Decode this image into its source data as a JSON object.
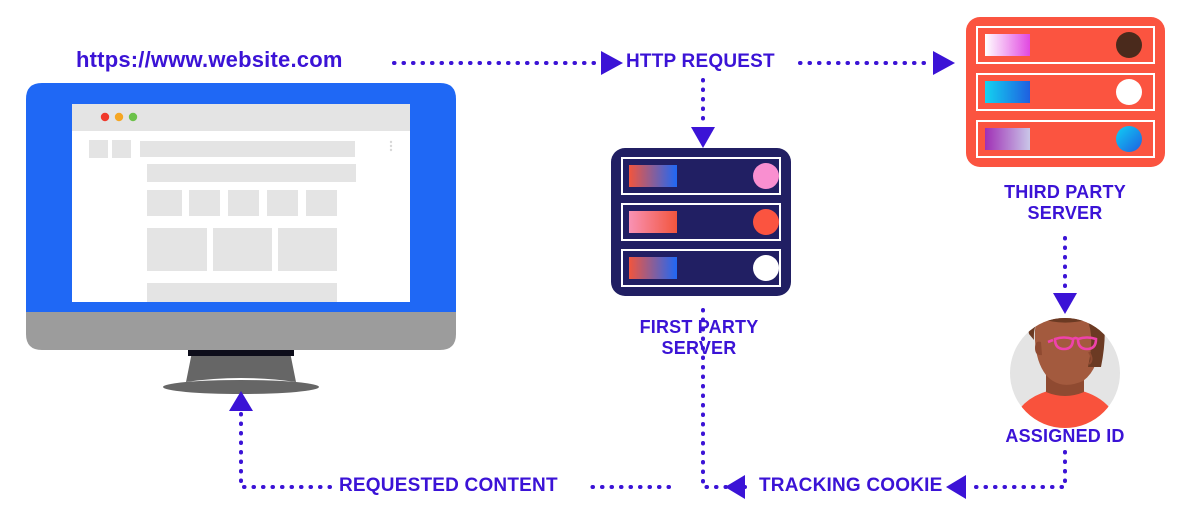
{
  "diagram": {
    "title": "Third party cookie tracking flow",
    "colors": {
      "accent_violet": "#3b13d6",
      "monitor_blue": "#1f68f5",
      "monitor_gray": "#9c9c9c",
      "stand_dark": "#666666",
      "server_first_navy": "#211f63",
      "server_third_red": "#fb5440",
      "screen_placeholder": "#e4e4e4",
      "screen_chrome": "#e4e4e4",
      "avatar_bg": "#e4e4e4",
      "skin": "#a35a3e",
      "hair": "#6b3a23",
      "shirt": "#f9523c",
      "glasses": "#ef42ab"
    },
    "labels": {
      "url": "https://www.website.com",
      "http_request": "HTTP REQUEST",
      "first_party_server": "FIRST PARTY\nSERVER",
      "first_party_server_line1": "FIRST PARTY",
      "first_party_server_line2": "SERVER",
      "third_party_server_line1": "THIRD PARTY",
      "third_party_server_line2": "SERVER",
      "assigned_id": "ASSIGNED ID",
      "requested_content": "REQUESTED CONTENT",
      "tracking_cookie": "TRACKING COOKIE"
    },
    "nodes": [
      {
        "id": "browser-monitor",
        "name": "desktop-monitor",
        "type": "illustration",
        "label": "https://www.website.com",
        "traffic_lights": [
          "#f0392b",
          "#f5a623",
          "#6cc24a"
        ]
      },
      {
        "id": "first-party-server",
        "name": "first-party-server",
        "type": "server",
        "label": "FIRST PARTY SERVER",
        "body_color": "#211f63",
        "bays": [
          {
            "gradient_from": "#f2553d",
            "gradient_to": "#1f68f5",
            "light": "#f98fd0"
          },
          {
            "gradient_from": "#f98fb8",
            "gradient_to": "#f2553d",
            "light": "#fb5440"
          },
          {
            "gradient_from": "#f2553d",
            "gradient_to": "#1f68f5",
            "light": "#ffffff"
          }
        ]
      },
      {
        "id": "third-party-server",
        "name": "third-party-server",
        "type": "server",
        "label": "THIRD PARTY SERVER",
        "body_color": "#fb5440",
        "bays": [
          {
            "gradient_from": "#ffffff",
            "gradient_to": "#e148e1",
            "light": "#4a2a1c"
          },
          {
            "gradient_from": "#13d3f0",
            "gradient_to": "#1f5fe0",
            "light": "#ffffff"
          },
          {
            "gradient_from": "#a02fb5",
            "gradient_to": "#c9c6e8",
            "light": "#0aa8f0"
          }
        ]
      },
      {
        "id": "assigned-id-user",
        "name": "user-avatar",
        "type": "avatar",
        "label": "ASSIGNED ID"
      }
    ],
    "connections": [
      {
        "id": "url-to-http",
        "name": "url-to-http-request",
        "label": "",
        "style": "dotted",
        "arrow": "right"
      },
      {
        "id": "http-to-third",
        "name": "http-request-to-third-party",
        "label": "HTTP REQUEST",
        "style": "dotted",
        "arrow": "right"
      },
      {
        "id": "http-to-first",
        "name": "http-request-to-first-party",
        "label": "",
        "style": "dotted",
        "arrow": "down"
      },
      {
        "id": "third-to-user",
        "name": "third-party-to-assigned-id",
        "label": "",
        "style": "dotted",
        "arrow": "down"
      },
      {
        "id": "user-to-tracking",
        "name": "assigned-id-to-tracking-cookie",
        "label": "TRACKING COOKIE",
        "style": "dotted",
        "arrow": "left"
      },
      {
        "id": "tracking-to-first",
        "name": "tracking-cookie-to-first-party",
        "label": "",
        "style": "dotted",
        "arrow": "left"
      },
      {
        "id": "first-to-requested",
        "name": "first-party-to-requested-content",
        "label": "REQUESTED CONTENT",
        "style": "dotted",
        "arrow": "left"
      },
      {
        "id": "requested-to-monitor",
        "name": "requested-content-to-monitor",
        "label": "",
        "style": "dotted",
        "arrow": "up"
      }
    ]
  }
}
